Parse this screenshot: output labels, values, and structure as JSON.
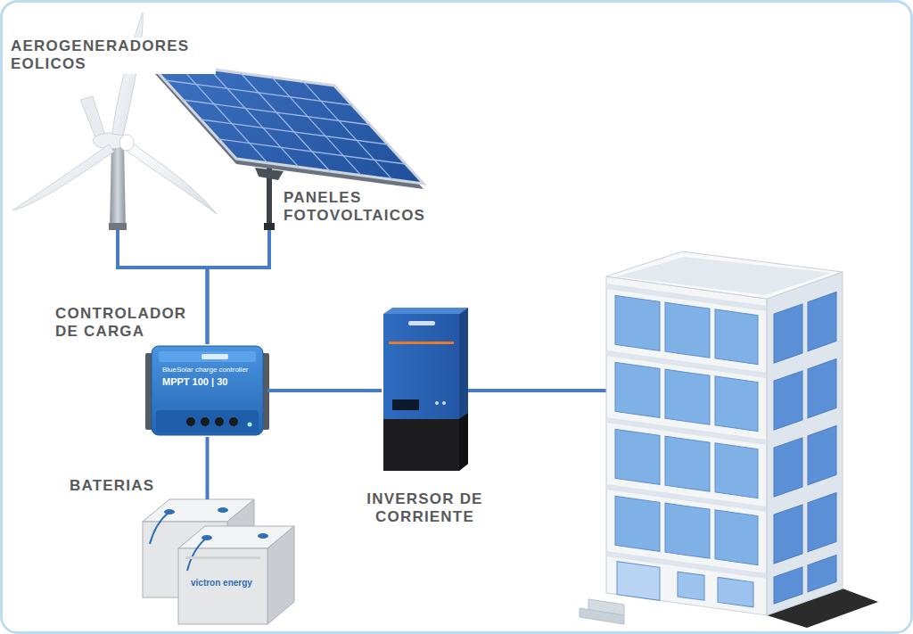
{
  "diagram": {
    "nodes": [
      {
        "text": [
          "AEROGENERADORES EOLICOS"
        ]
      },
      {
        "text": [
          "PANELES FOTOVOLTAICOS"
        ]
      },
      {
        "text": [
          "CONTROLADOR DE CARGA"
        ]
      },
      {
        "text": [
          "BATERIAS"
        ]
      },
      {
        "text": [
          "INVERSOR DE CORRIENTE"
        ]
      }
    ],
    "edges": [
      {
        "from": 0,
        "to": 2,
        "arrow": "none"
      },
      {
        "from": 1,
        "to": 2,
        "arrow": "none"
      },
      {
        "from": 2,
        "to": 3,
        "arrow": "none"
      },
      {
        "from": 2,
        "to": 4,
        "arrow": "none"
      }
    ],
    "labels": [
      "BlueSolar charge controller",
      "MPPT 100 | 30",
      "victron energy"
    ]
  }
}
